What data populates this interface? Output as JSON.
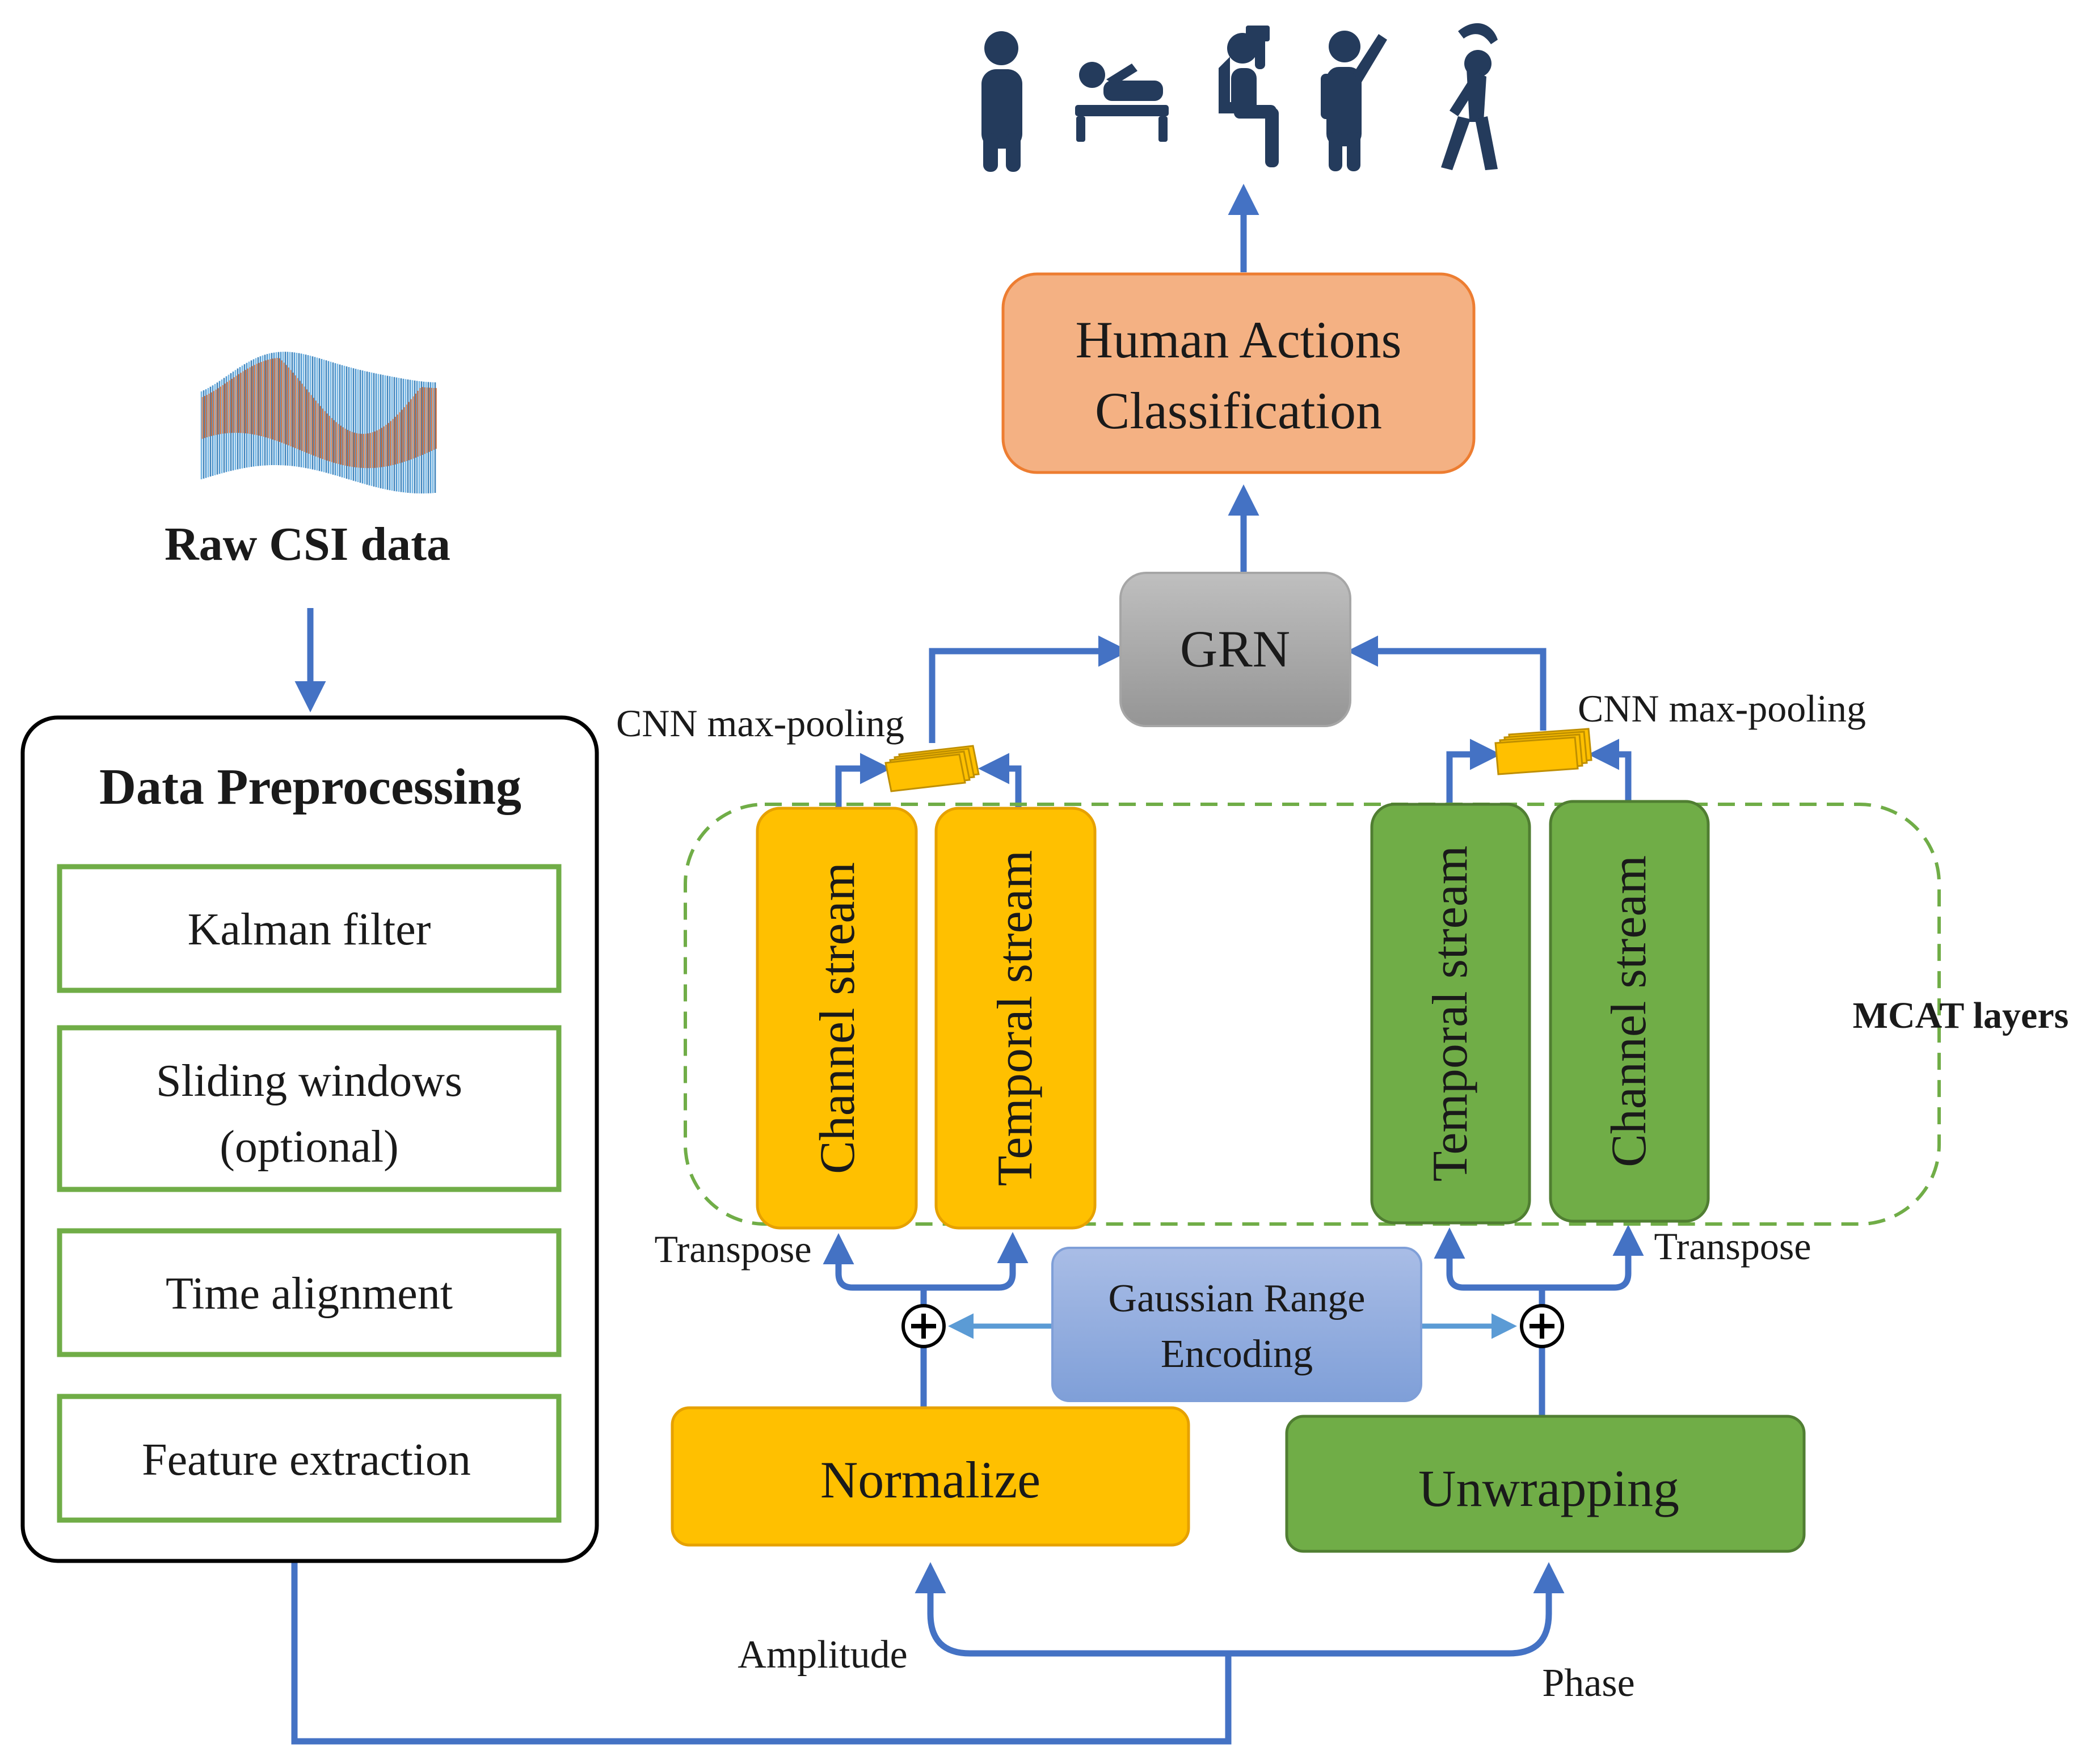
{
  "colors": {
    "arrow_blue": "#4472c4",
    "light_arrow_blue": "#5b9bd5",
    "yellow_fill": "#ffc000",
    "yellow_stroke": "#e6a100",
    "green_fill": "#70ad47",
    "green_stroke": "#507e32",
    "green_border": "#70ad47",
    "salmon_fill": "#f4b183",
    "salmon_stroke": "#ed7d31",
    "grey_fill": "#a6a6a6",
    "lavender_fill": "#8faadc",
    "figure_navy": "#243b5c"
  },
  "icons": {
    "activity_figures": [
      "standing-person-icon",
      "lying-person-icon",
      "sitting-person-icon",
      "waving-person-icon",
      "stretching-person-icon"
    ],
    "raw_csi": "csi-waveform-icon",
    "sum_nodes": "plus-circle-icon",
    "pooling": "feature-map-stack-icon"
  },
  "raw_csi": {
    "label": "Raw CSI data"
  },
  "preprocessing": {
    "title": "Data Preprocessing",
    "steps": [
      {
        "lines": [
          "Kalman filter"
        ]
      },
      {
        "lines": [
          "Sliding windows",
          "(optional)"
        ]
      },
      {
        "lines": [
          "Time alignment"
        ]
      },
      {
        "lines": [
          "Feature extraction"
        ]
      }
    ]
  },
  "classifier": {
    "lines": [
      "Human Actions",
      "Classification"
    ]
  },
  "grn": {
    "label": "GRN"
  },
  "pooling": {
    "left_label": "CNN max-pooling",
    "right_label": "CNN max-pooling"
  },
  "mcat": {
    "label": "MCAT layers",
    "left_streams": [
      "Channel stream",
      "Temporal stream"
    ],
    "right_streams": [
      "Temporal stream",
      "Channel stream"
    ]
  },
  "transpose": {
    "left_label": "Transpose",
    "right_label": "Transpose"
  },
  "encoding": {
    "lines": [
      "Gaussian Range",
      "Encoding"
    ]
  },
  "normalize": {
    "label": "Normalize"
  },
  "unwrapping": {
    "label": "Unwrapping"
  },
  "inputs": {
    "amplitude_label": "Amplitude",
    "phase_label": "Phase"
  }
}
